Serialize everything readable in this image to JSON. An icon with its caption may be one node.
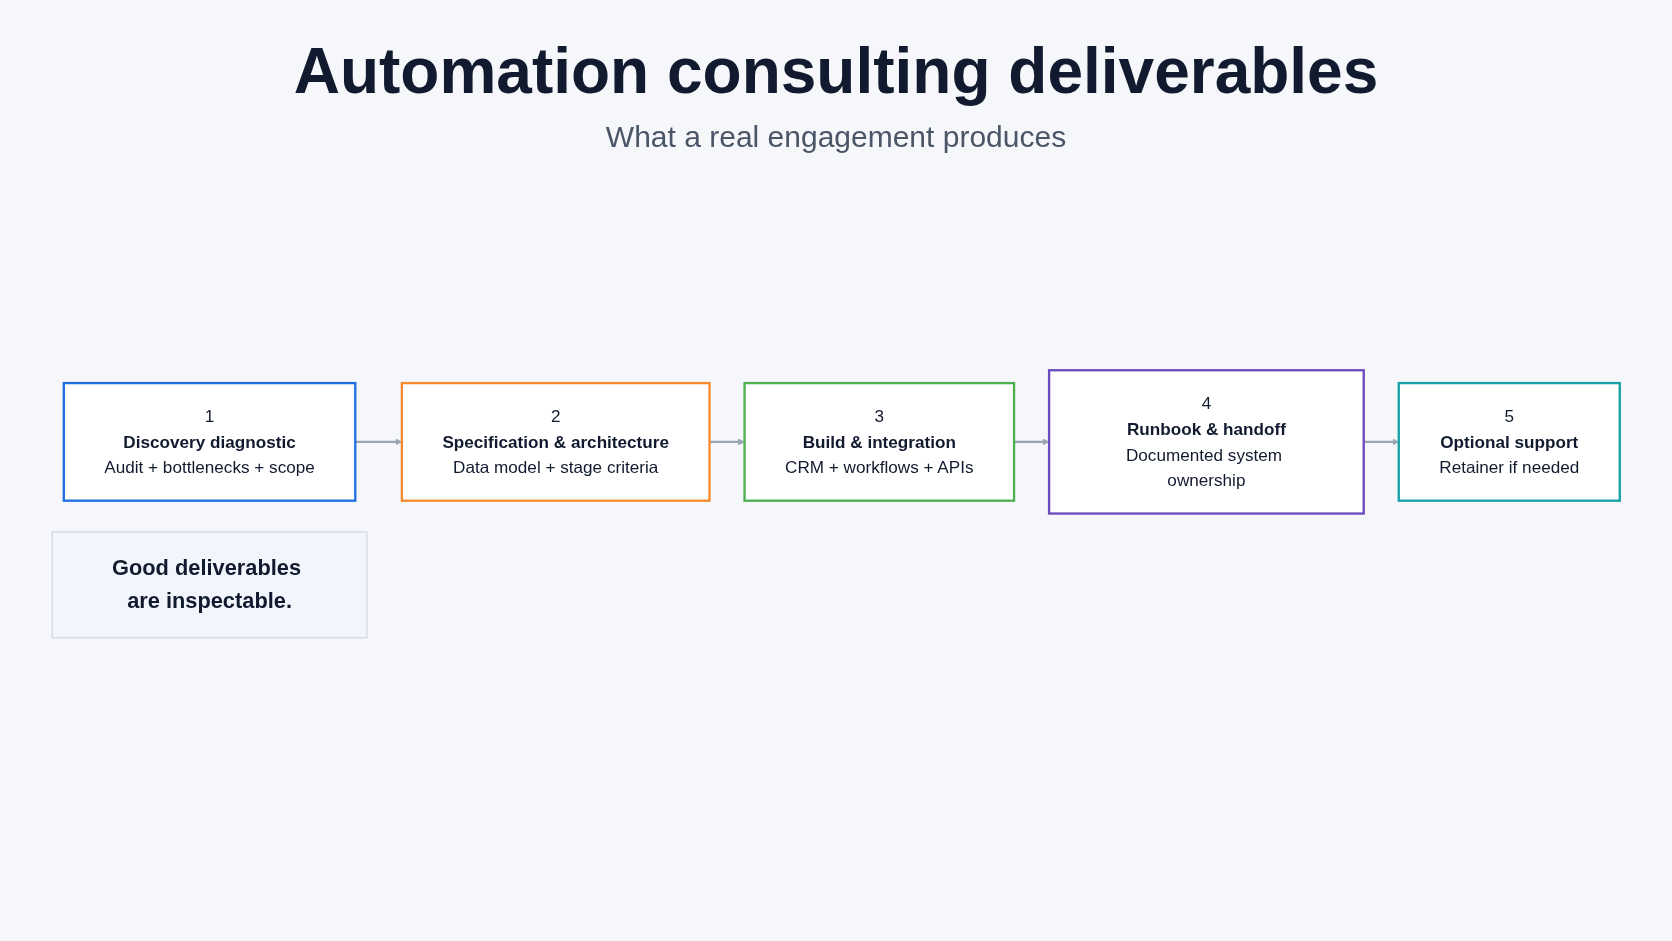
{
  "diagram": {
    "title": "Automation consulting deliverables",
    "nodes": [
      {
        "text": [
          "1",
          "Discovery diagnostic",
          "Audit + bottlenecks + scope"
        ]
      },
      {
        "text": [
          "2",
          "Specification & architecture",
          "Data model + stage criteria"
        ]
      },
      {
        "text": [
          "3",
          "Build & integration",
          "CRM + workflows + APIs"
        ]
      },
      {
        "text": [
          "4",
          "Runbook & handoff",
          "Documented system ownership"
        ]
      },
      {
        "text": [
          "5",
          "Optional support",
          "Retainer if needed"
        ]
      },
      {
        "text": [
          "Good deliverables are inspectable."
        ]
      }
    ],
    "edges": [
      {
        "from": 0,
        "to": 1,
        "arrow": "to"
      },
      {
        "from": 1,
        "to": 2,
        "arrow": "to"
      },
      {
        "from": 2,
        "to": 3,
        "arrow": "to"
      },
      {
        "from": 3,
        "to": 4,
        "arrow": "to"
      }
    ],
    "labels": [
      "What a real engagement produces"
    ]
  }
}
